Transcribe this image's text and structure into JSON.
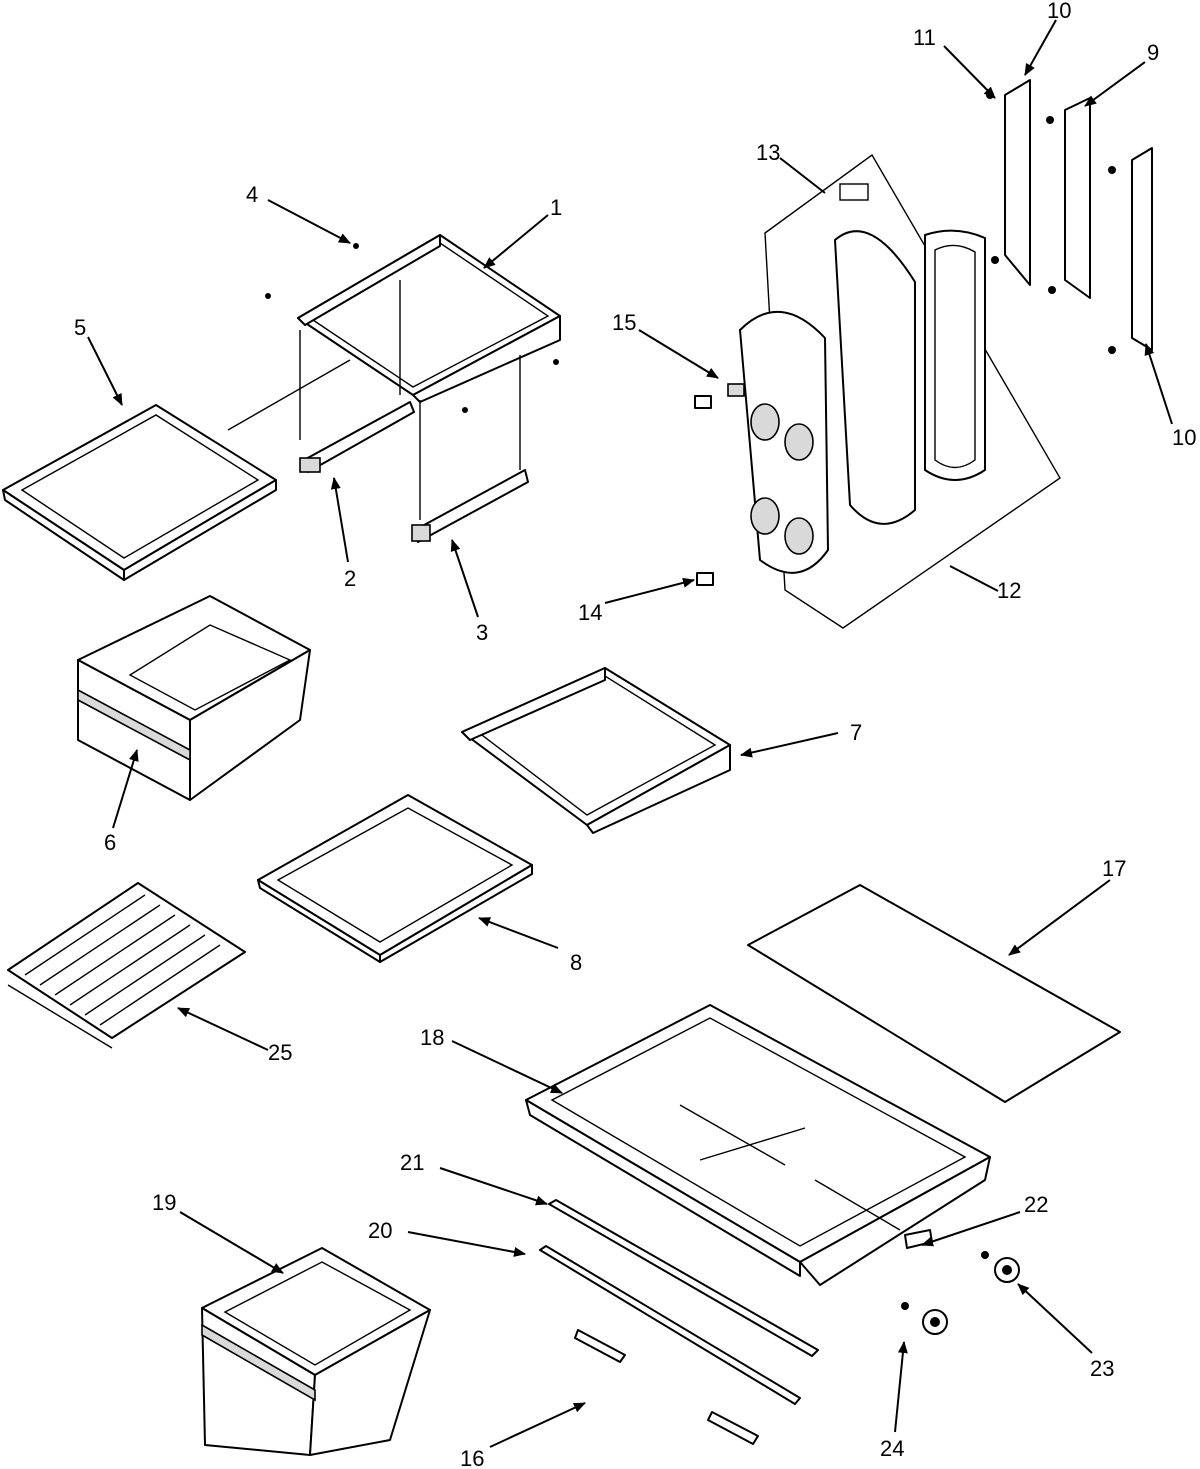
{
  "callouts": [
    "1",
    "2",
    "3",
    "4",
    "5",
    "6",
    "7",
    "8",
    "9",
    "10",
    "10",
    "11",
    "12",
    "13",
    "14",
    "15",
    "16",
    "17",
    "18",
    "19",
    "20",
    "21",
    "22",
    "23",
    "24",
    "25"
  ]
}
